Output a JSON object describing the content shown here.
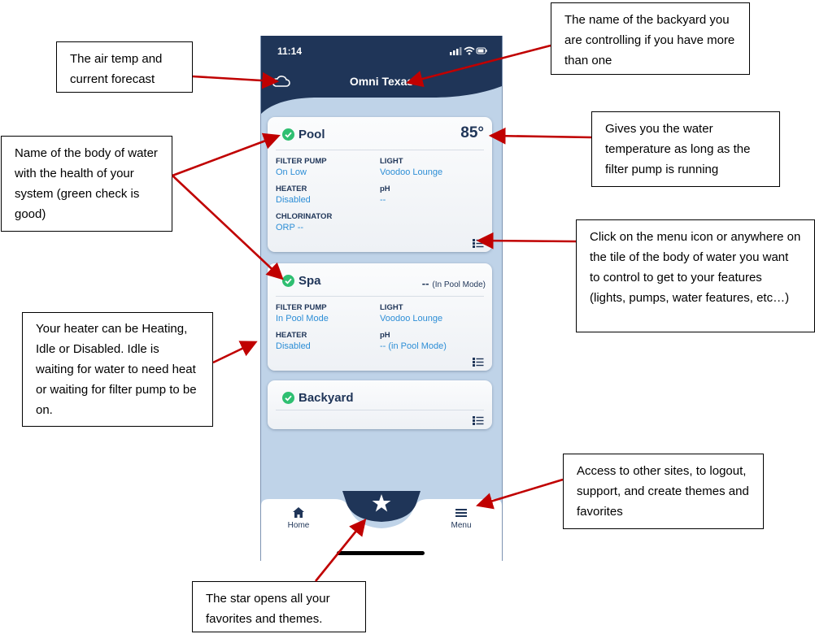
{
  "phone": {
    "status_time": "11:14",
    "site_name": "Omni Texas",
    "accent_color": "#1f3558",
    "value_color": "#2d8ed6",
    "background_color": "#bfd3e8",
    "tiles": {
      "pool": {
        "name": "Pool",
        "temp": "85°",
        "filter_pump_label": "FILTER PUMP",
        "filter_pump_value": "On Low",
        "light_label": "LIGHT",
        "light_value": "Voodoo Lounge",
        "heater_label": "HEATER",
        "heater_value": "Disabled",
        "ph_label": "pH",
        "ph_value": "--",
        "chlorinator_label": "CHLORINATOR",
        "chlorinator_value": "ORP --"
      },
      "spa": {
        "name": "Spa",
        "temp_value": "--",
        "temp_mode": "(In Pool Mode)",
        "filter_pump_label": "FILTER PUMP",
        "filter_pump_value": "In Pool Mode",
        "light_label": "LIGHT",
        "light_value": "Voodoo Lounge",
        "heater_label": "HEATER",
        "heater_value": "Disabled",
        "ph_label": "pH",
        "ph_value": "-- (in Pool Mode)"
      },
      "backyard": {
        "name": "Backyard"
      }
    },
    "nav": {
      "home_label": "Home",
      "menu_label": "Menu"
    },
    "icons": [
      "weather-cloud-icon",
      "health-check-icon",
      "tile-menu-icon",
      "home-icon",
      "star-icon",
      "hamburger-icon"
    ]
  },
  "callouts": {
    "air_temp": "The air temp and current forecast",
    "backyard_name": "The name of the backyard you are controlling if you have more than one",
    "body_of_water": "Name of the body of water with the health of your system (green check is good)",
    "water_temp": "Gives you the water temperature as long as the filter pump is running",
    "menu_icon": "Click on the menu icon or anywhere on the tile of the body of water you want to control to get to your features (lights, pumps, water features, etc…)",
    "heater": "Your heater can be Heating, Idle or Disabled. Idle is waiting for water to need heat or waiting for filter pump to be on.",
    "menu_access": "Access to other sites, to logout, support, and create themes and favorites",
    "star": "The star opens all your favorites and themes."
  },
  "arrow_color": "#c00000",
  "check_color": "#2fbf71"
}
